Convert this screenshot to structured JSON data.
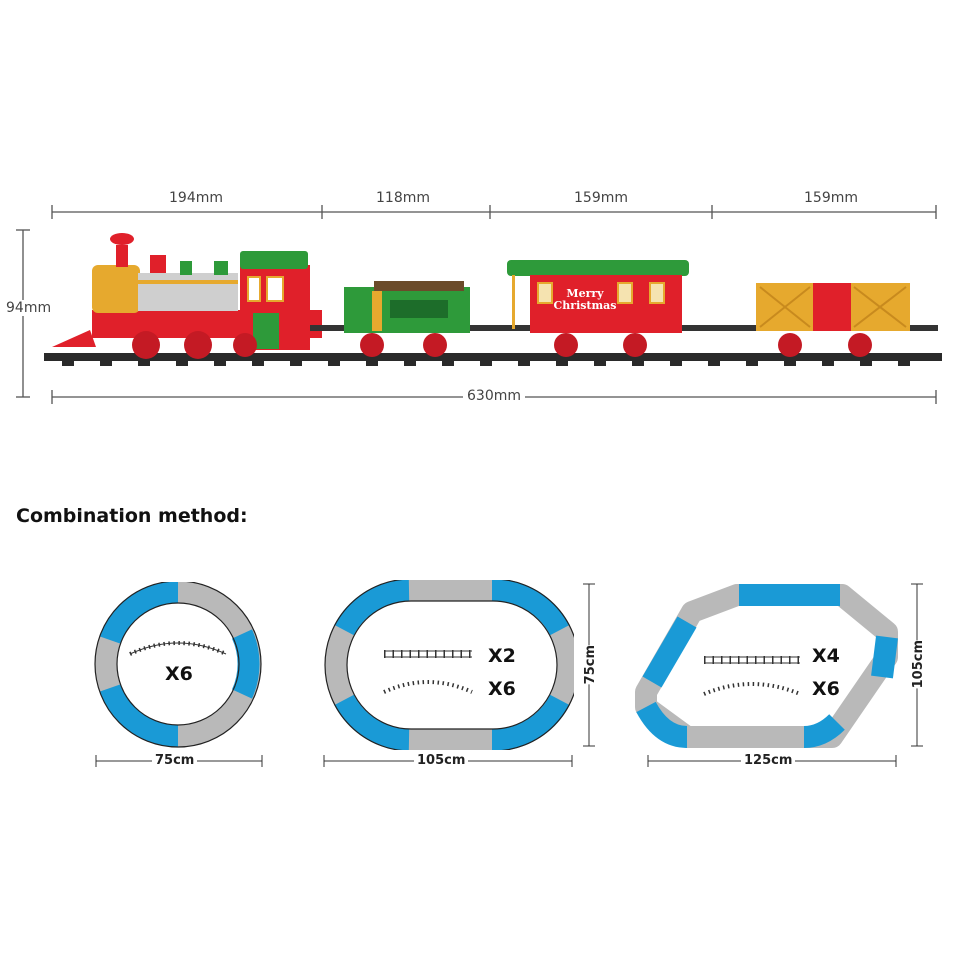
{
  "train_diagram": {
    "segments": [
      {
        "name": "locomotive",
        "length_label": "194mm"
      },
      {
        "name": "tender",
        "length_label": "118mm"
      },
      {
        "name": "boxcar",
        "length_label": "159mm"
      },
      {
        "name": "cargo-wagon",
        "length_label": "159mm"
      }
    ],
    "height_label": "94mm",
    "total_length_label": "630mm",
    "boxcar_text_line1": "Merry",
    "boxcar_text_line2": "Christmas",
    "colors": {
      "red": "#e0202a",
      "green": "#2e9a3a",
      "gold": "#e6a92e",
      "silver": "#c8c8c8",
      "track": "#2a2a2a"
    }
  },
  "combination": {
    "title": "Combination method:",
    "layouts": [
      {
        "shape": "circle",
        "width_label": "75cm",
        "pieces": [
          {
            "type": "curved",
            "count": "X6"
          }
        ]
      },
      {
        "shape": "oval",
        "width_label": "105cm",
        "height_label": "75cm",
        "pieces": [
          {
            "type": "straight",
            "count": "X2"
          },
          {
            "type": "curved",
            "count": "X6"
          }
        ]
      },
      {
        "shape": "hexagon-oval",
        "width_label": "125cm",
        "height_label": "105cm",
        "pieces": [
          {
            "type": "straight",
            "count": "X4"
          },
          {
            "type": "curved",
            "count": "X6"
          }
        ]
      }
    ],
    "colors": {
      "blue": "#1a9ad6",
      "grey": "#b9b9b9",
      "tie": "#222222"
    }
  }
}
